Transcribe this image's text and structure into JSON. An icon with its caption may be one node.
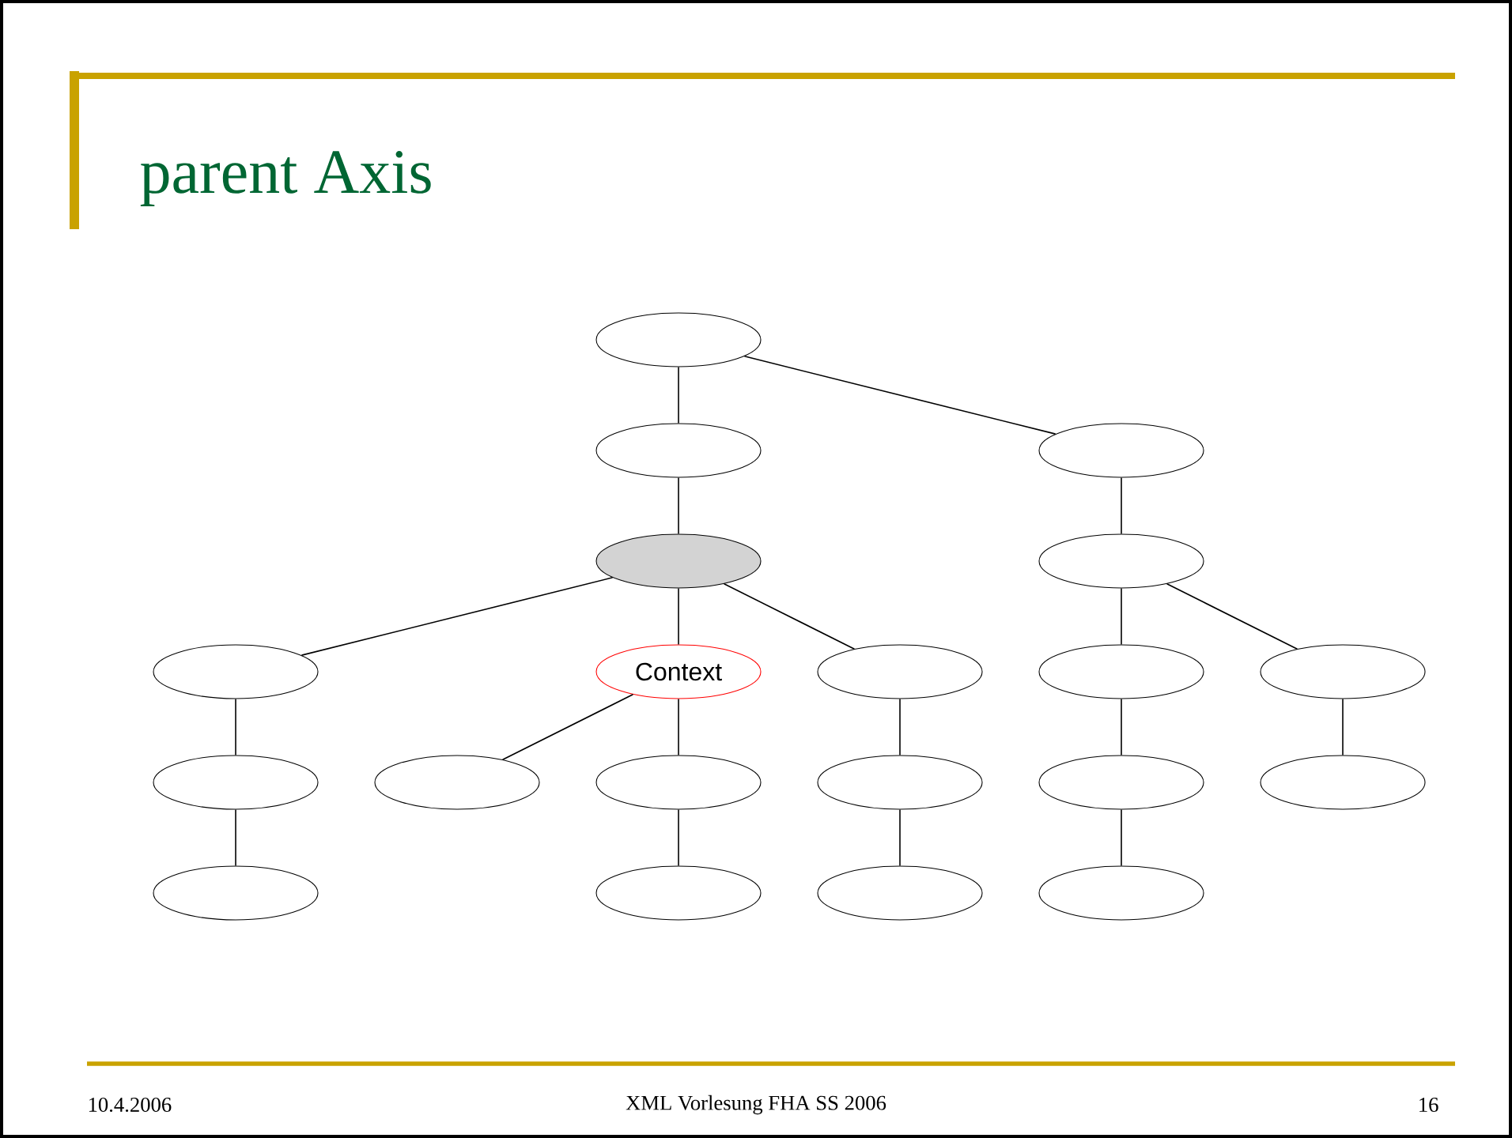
{
  "diagram": {
    "title": "parent Axis",
    "nodes": [
      {
        "text": [],
        "shape": "ellipse"
      },
      {
        "text": [],
        "shape": "ellipse"
      },
      {
        "text": [],
        "shape": "ellipse"
      },
      {
        "text": [],
        "shape": "ellipse"
      },
      {
        "text": [],
        "shape": "ellipse"
      },
      {
        "text": [],
        "shape": "ellipse"
      },
      {
        "text": [
          "Context"
        ]
      },
      {
        "text": [],
        "shape": "ellipse"
      },
      {
        "text": [],
        "shape": "ellipse"
      },
      {
        "text": [],
        "shape": "ellipse"
      },
      {
        "text": [],
        "shape": "ellipse"
      },
      {
        "text": [],
        "shape": "ellipse"
      },
      {
        "text": [],
        "shape": "ellipse"
      },
      {
        "text": [],
        "shape": "ellipse"
      },
      {
        "text": [],
        "shape": "ellipse"
      },
      {
        "text": [],
        "shape": "ellipse"
      },
      {
        "text": [],
        "shape": "ellipse"
      },
      {
        "text": [],
        "shape": "ellipse"
      },
      {
        "text": [],
        "shape": "ellipse"
      },
      {
        "text": [],
        "shape": "ellipse"
      }
    ],
    "edges": [
      {
        "from": 0,
        "to": 1,
        "arrow": "none"
      },
      {
        "from": 0,
        "to": 2,
        "arrow": "none"
      },
      {
        "from": 1,
        "to": 3,
        "arrow": "none"
      },
      {
        "from": 2,
        "to": 4,
        "arrow": "none"
      },
      {
        "from": 3,
        "to": 5,
        "arrow": "none"
      },
      {
        "from": 3,
        "to": 6,
        "arrow": "none"
      },
      {
        "from": 3,
        "to": 7,
        "arrow": "none"
      },
      {
        "from": 4,
        "to": 8,
        "arrow": "none"
      },
      {
        "from": 4,
        "to": 9,
        "arrow": "none"
      },
      {
        "from": 5,
        "to": 10,
        "arrow": "none"
      },
      {
        "from": 6,
        "to": 11,
        "arrow": "none"
      },
      {
        "from": 6,
        "to": 12,
        "arrow": "none"
      },
      {
        "from": 7,
        "to": 13,
        "arrow": "none"
      },
      {
        "from": 8,
        "to": 14,
        "arrow": "none"
      },
      {
        "from": 9,
        "to": 15,
        "arrow": "none"
      },
      {
        "from": 10,
        "to": 16,
        "arrow": "none"
      },
      {
        "from": 12,
        "to": 17,
        "arrow": "none"
      },
      {
        "from": 13,
        "to": 18,
        "arrow": "none"
      },
      {
        "from": 14,
        "to": 19,
        "arrow": "none"
      }
    ],
    "labels": [
      "10.4.2006",
      "XML Vorlesung FHA SS 2006",
      "16"
    ]
  }
}
